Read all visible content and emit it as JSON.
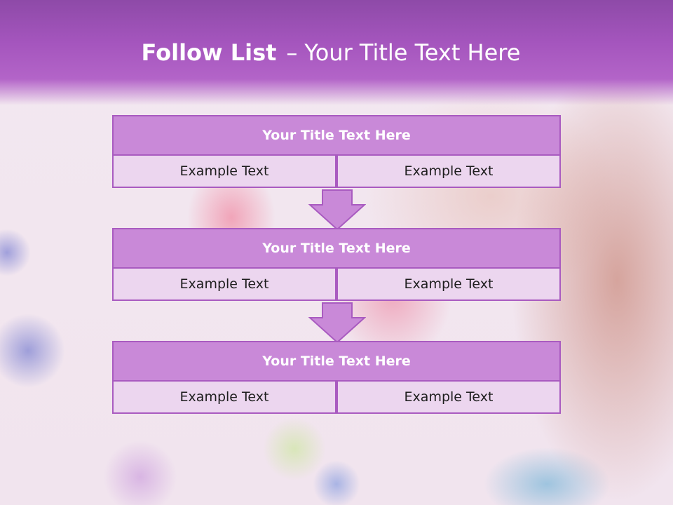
{
  "slide": {
    "title_bold": "Follow List",
    "title_separator": "–",
    "title_rest": "Your Title Text Here"
  },
  "blocks": [
    {
      "title": "Your Title Text Here",
      "left": "Example Text",
      "right": "Example Text"
    },
    {
      "title": "Your Title Text Here",
      "left": "Example Text",
      "right": "Example Text"
    },
    {
      "title": "Your Title Text Here",
      "left": "Example Text",
      "right": "Example Text"
    }
  ],
  "colors": {
    "header_purple": "#a455bd",
    "block_title_fill": "#c989d8",
    "block_cell_fill": "#ecd6ef",
    "border": "#a95bc0",
    "arrow_fill": "#c989d8"
  },
  "background_image": "blurred photo of a woman with a red balloon and colorful circles"
}
